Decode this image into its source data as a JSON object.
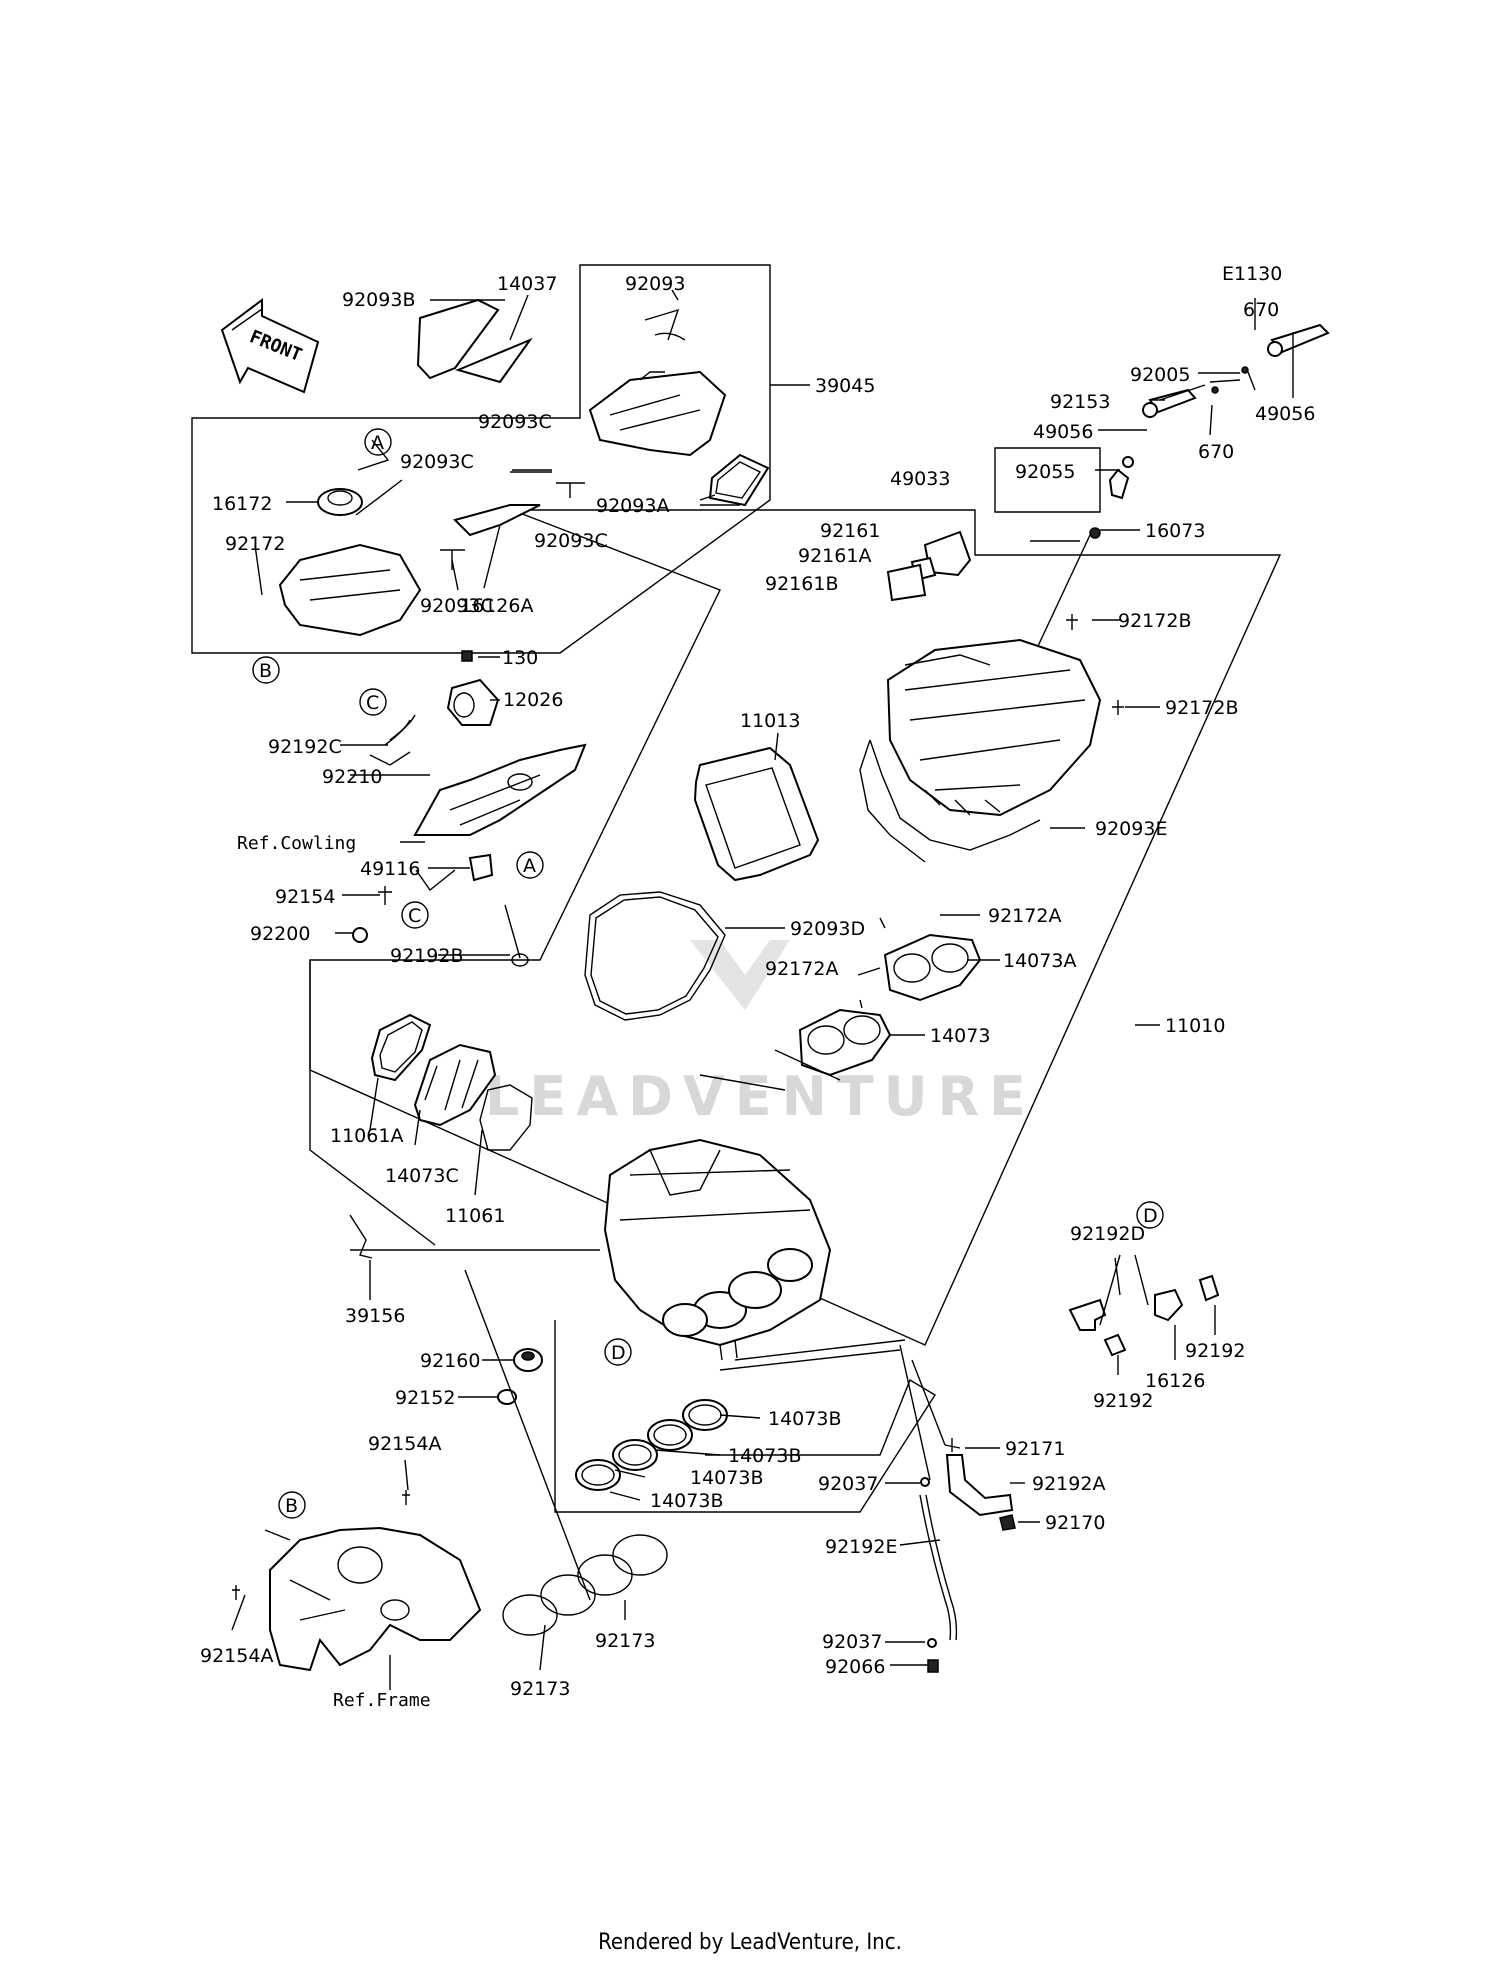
{
  "diagram_code": "E1130",
  "front_badge": "FRONT",
  "watermark": "LEADVENTURE",
  "footer": "Rendered by LeadVenture, Inc.",
  "callouts": {
    "a": "A",
    "b": "B",
    "c": "C",
    "d": "D"
  },
  "parts": {
    "p14037": "14037",
    "p92093": "92093",
    "p92093B": "92093B",
    "p39045": "39045",
    "p92093C": "92093C",
    "p16172": "16172",
    "p92172": "92172",
    "p16126A": "16126A",
    "p92093A": "92093A",
    "p130": "130",
    "p12026": "12026",
    "p92192C": "92192C",
    "p92210": "92210",
    "pRefCowling": "Ref.Cowling",
    "p49116": "49116",
    "p92154": "92154",
    "p92200": "92200",
    "p92192B": "92192B",
    "p670": "670",
    "p92005": "92005",
    "p49056": "49056",
    "p92153": "92153",
    "p49033": "49033",
    "p92055": "92055",
    "p16073": "16073",
    "p92161": "92161",
    "p92161A": "92161A",
    "p92161B": "92161B",
    "p92172B": "92172B",
    "p11013": "11013",
    "p92093E": "92093E",
    "p92093D": "92093D",
    "p92172A": "92172A",
    "p14073A": "14073A",
    "p14073": "14073",
    "p11010": "11010",
    "p11061A": "11061A",
    "p14073C": "14073C",
    "p11061": "11061",
    "p39156": "39156",
    "p92192D": "92192D",
    "p16126": "16126",
    "p92192": "92192",
    "p92160": "92160",
    "p92152": "92152",
    "p14073B": "14073B",
    "p92171": "92171",
    "p92037": "92037",
    "p92192A": "92192A",
    "p92170": "92170",
    "p92154A": "92154A",
    "p92192E": "92192E",
    "p92066": "92066",
    "p92173": "92173",
    "pRefFrame": "Ref.Frame"
  }
}
